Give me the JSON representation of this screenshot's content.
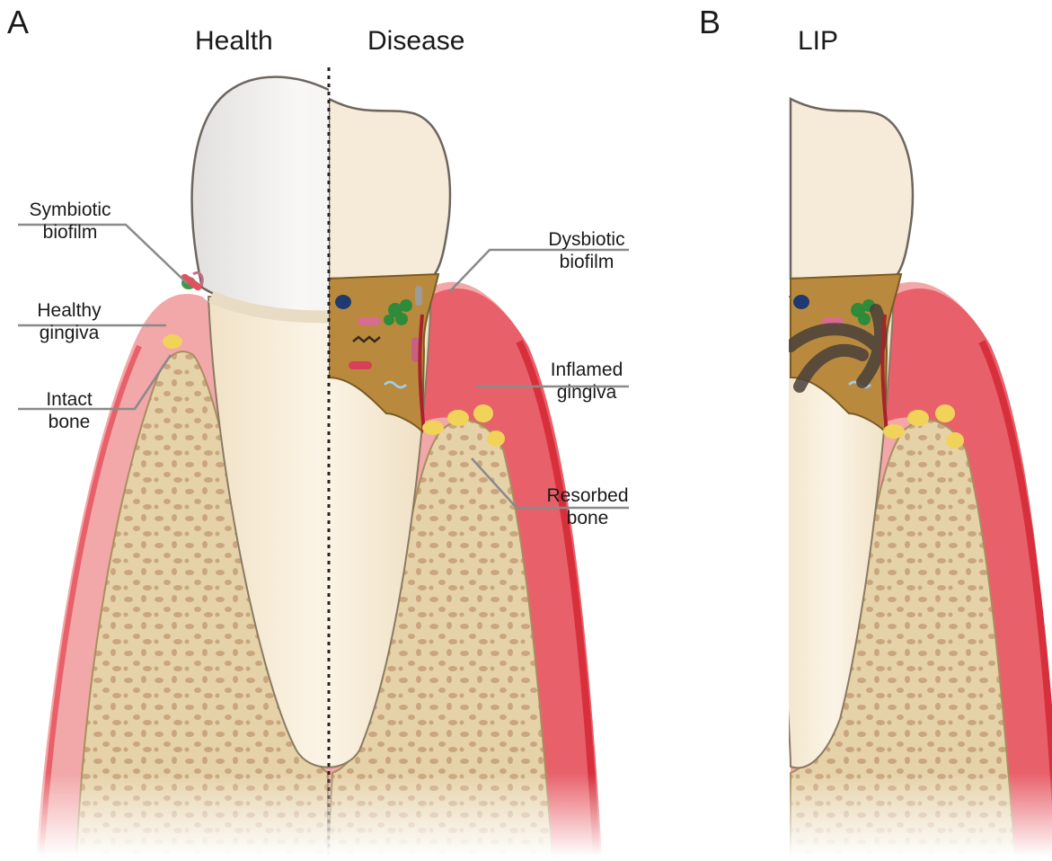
{
  "panel_a": {
    "letter": "A",
    "title_left": "Health",
    "title_right": "Disease",
    "labels": {
      "symbiotic_line1": "Symbiotic",
      "symbiotic_line2": "biofilm",
      "healthy_line1": "Healthy",
      "healthy_line2": "gingiva",
      "intact_line1": "Intact",
      "intact_line2": "bone",
      "dysbiotic_line1": "Dysbiotic",
      "dysbiotic_line2": "biofilm",
      "inflamed_line1": "Inflamed",
      "inflamed_line2": "gingiva",
      "resorbed_line1": "Resorbed",
      "resorbed_line2": "bone"
    }
  },
  "panel_b": {
    "letter": "B",
    "title": "LIP"
  },
  "colors": {
    "gingiva_healthy": "#f2a7a8",
    "gingiva_inflamed": "#e8616a",
    "gingiva_edge": "#d7303c",
    "bone": "#e6d2a8",
    "bone_pore": "#c9a67e",
    "tooth_enamel": "#f4f1ee",
    "tooth_root": "#f7ecd8",
    "plaque": "#b98a3e",
    "ligature": "#4a4039"
  }
}
